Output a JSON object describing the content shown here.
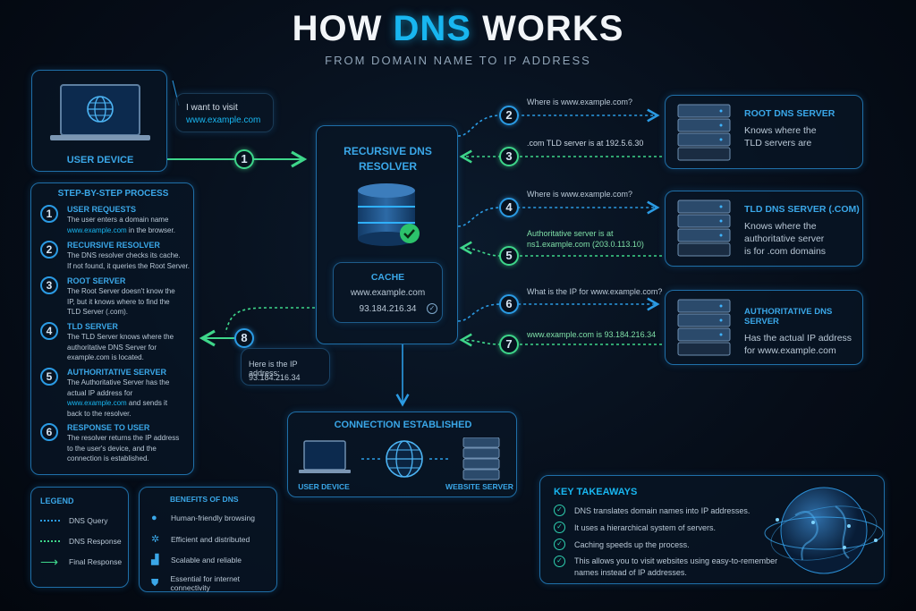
{
  "header": {
    "title_pre": "HOW",
    "title_hl": "DNS",
    "title_post": "WORKS",
    "subtitle": "FROM DOMAIN NAME TO IP ADDRESS"
  },
  "user_device": {
    "label": "USER DEVICE",
    "bubble_line1": "I want to visit",
    "bubble_line2": "www.example.com"
  },
  "resolver": {
    "title_line1": "RECURSIVE DNS",
    "title_line2": "RESOLVER",
    "cache_title": "CACHE",
    "cache_domain": "www.example.com",
    "cache_ip": "93.184.216.34"
  },
  "flow": [
    {
      "n": "1",
      "type": "final"
    },
    {
      "n": "2",
      "type": "query",
      "text": "Where is www.example.com?"
    },
    {
      "n": "3",
      "type": "response",
      "text": ".com TLD server is at 192.5.6.30"
    },
    {
      "n": "4",
      "type": "query",
      "text": "Where is www.example.com?"
    },
    {
      "n": "5",
      "type": "response",
      "text_line1": "Authoritative server is at",
      "text_line2": "ns1.example.com (203.0.113.10)"
    },
    {
      "n": "6",
      "type": "query",
      "text": "What is the IP for www.example.com?"
    },
    {
      "n": "7",
      "type": "response",
      "text": "www.example.com is 93.184.216.34"
    },
    {
      "n": "8",
      "type": "final",
      "text_line1": "Here is the IP address:",
      "text_line2": "93.184.216.34"
    }
  ],
  "servers": [
    {
      "title": "ROOT DNS SERVER",
      "desc_line1": "Knows where the",
      "desc_line2": "TLD servers are"
    },
    {
      "title": "TLD DNS SERVER (.COM)",
      "desc_line1": "Knows where the",
      "desc_line2": "authoritative server",
      "desc_line3": "is for .com domains"
    },
    {
      "title": "AUTHORITATIVE DNS SERVER",
      "desc_line1": "Has the actual IP address",
      "desc_line2": "for www.example.com"
    }
  ],
  "steps": {
    "title": "STEP-BY-STEP PROCESS",
    "items": [
      {
        "n": "1",
        "title": "USER REQUESTS",
        "l1": "The user enters a domain name",
        "link": "www.example.com",
        "l2": " in the browser."
      },
      {
        "n": "2",
        "title": "RECURSIVE RESOLVER",
        "l1": "The DNS resolver checks its cache.",
        "l2": "If not found, it queries the Root Server."
      },
      {
        "n": "3",
        "title": "ROOT SERVER",
        "l1": "The Root Server doesn't know the",
        "l2": "IP, but it knows where to find the",
        "l3": "TLD Server (.com)."
      },
      {
        "n": "4",
        "title": "TLD SERVER",
        "l1": "The TLD Server knows where the",
        "l2": "authoritative DNS Server for",
        "l3": "example.com is located."
      },
      {
        "n": "5",
        "title": "AUTHORITATIVE SERVER",
        "l1": "The Authoritative Server has the",
        "l2": "actual IP address for",
        "link": "www.example.com",
        "l3": " and sends it",
        "l4": "back to the resolver."
      },
      {
        "n": "6",
        "title": "RESPONSE TO USER",
        "l1": "The resolver returns the IP address",
        "l2": "to the user's device, and the",
        "l3": "connection is established."
      }
    ]
  },
  "connection": {
    "title": "CONNECTION ESTABLISHED",
    "left_label": "USER DEVICE",
    "right_label": "WEBSITE SERVER"
  },
  "legend": {
    "title": "LEGEND",
    "items": [
      "DNS Query",
      "DNS Response",
      "Final Response"
    ]
  },
  "benefits": {
    "title": "BENEFITS OF DNS",
    "items": [
      {
        "icon": "user-icon",
        "label": "Human-friendly browsing"
      },
      {
        "icon": "network-icon",
        "label": "Efficient and distributed"
      },
      {
        "icon": "chart-icon",
        "label": "Scalable and reliable"
      },
      {
        "icon": "shield-icon",
        "label": "Essential for internet connectivity"
      }
    ]
  },
  "takeaways": {
    "title": "KEY TAKEAWAYS",
    "items": [
      "DNS translates domain names into IP addresses.",
      "It uses a hierarchical system of servers.",
      "Caching speeds up the process.",
      "This allows you to visit websites using easy-to-remember",
      "names instead of IP addresses."
    ]
  },
  "colors": {
    "query": "#2b9be4",
    "response": "#3ed68a",
    "accent": "#18b6f0"
  }
}
